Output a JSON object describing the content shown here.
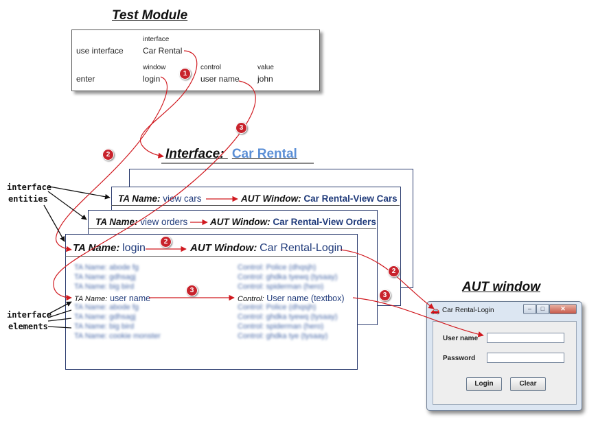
{
  "test_module": {
    "title": "Test Module",
    "row1": {
      "header_interface": "interface",
      "keyword": "use interface",
      "interface": "Car Rental"
    },
    "row2": {
      "header_window": "window",
      "header_control": "control",
      "header_value": "value",
      "keyword": "enter",
      "window": "login",
      "control": "user name",
      "value": "john"
    }
  },
  "interface_title": {
    "label": "Interface:",
    "name": "Car Rental"
  },
  "side_labels": {
    "entities_line1": "interface",
    "entities_line2": "entities",
    "elements_line1": "interface",
    "elements_line2": "elements"
  },
  "entities": [
    {
      "ta_label": "TA Name:",
      "ta_name": "view cars",
      "aut_label": "AUT Window:",
      "aut_window": "Car Rental-View Cars"
    },
    {
      "ta_label": "TA Name:",
      "ta_name": "view orders",
      "aut_label": "AUT Window:",
      "aut_window": "Car Rental-View Orders"
    },
    {
      "ta_label": "TA Name:",
      "ta_name": "login",
      "aut_label": "AUT Window:",
      "aut_window": "Car Rental-Login"
    }
  ],
  "elements": {
    "highlighted": {
      "ta_label": "TA Name:",
      "ta_name": "user name",
      "control_label": "Control:",
      "control": "User name (textbox)"
    },
    "blurred": [
      {
        "ta": "TA Name: abode fg",
        "control": "Control: Police (dhqsjh)"
      },
      {
        "ta": "TA Name: gdhsagj",
        "control": "Control: ghdka tyewq (tysaay)"
      },
      {
        "ta": "TA Name: big bird",
        "control": "Control: spiderman (hero)"
      },
      {
        "ta": "TA Name: abode fg",
        "control": "Control: Police (dhqsjh)"
      },
      {
        "ta": "TA Name: gdhsagj",
        "control": "Control: ghdka tyewq (tysaay)"
      },
      {
        "ta": "TA Name: big bird",
        "control": "Control: spiderman (hero)"
      },
      {
        "ta": "TA Name: cookie monster",
        "control": "Control: ghdka tye (tysaay)"
      }
    ]
  },
  "badges": {
    "one": "1",
    "two": "2",
    "three": "3"
  },
  "aut_window": {
    "title": "AUT window",
    "window_title": "Car Rental-Login",
    "user_name_label": "User name",
    "password_label": "Password",
    "login_button": "Login",
    "clear_button": "Clear"
  },
  "colors": {
    "arrow": "#d0191f",
    "accent_blue": "#5b8fd6",
    "link_blue": "#1f3a7a",
    "badge_red": "#c8232c"
  }
}
